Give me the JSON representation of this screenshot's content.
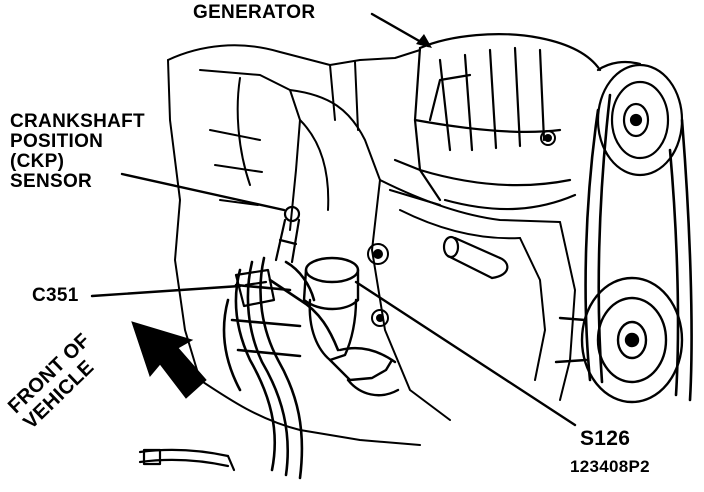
{
  "labels": {
    "generator": "GENERATOR",
    "ckp_lines": [
      "CRANKSHAFT",
      "POSITION",
      "(CKP)",
      "SENSOR"
    ],
    "c351": "C351",
    "s126": "S126",
    "front_lines": [
      "FRONT OF",
      "VEHICLE"
    ],
    "figure_code": "123408P2"
  },
  "icons": {
    "direction_arrow": "front-of-vehicle-arrow-icon"
  },
  "colors": {
    "ink": "#000000",
    "paper": "#ffffff"
  }
}
